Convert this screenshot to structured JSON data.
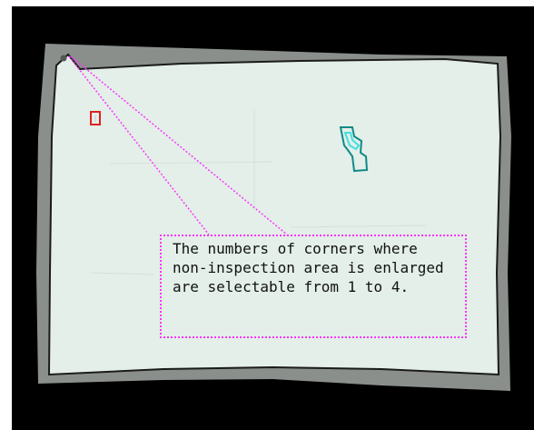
{
  "viewer": {
    "background_color": "#000000",
    "frame_color": "#8a8f8c",
    "sheet_color": "#e3efe8",
    "edge_color": "#1b1b1b",
    "callout_border_color": "#ff33ff"
  },
  "defects": [
    {
      "marker_color": "#e02020",
      "shape": "small-rectangle"
    },
    {
      "marker_color": "#108a8a",
      "highlight_color": "#40e0e0",
      "shape": "irregular-outline"
    }
  ],
  "corner_mark": {
    "color": "#555555",
    "label": ""
  },
  "callout": {
    "text": "The numbers of corners where non-inspection area is enlarged are selectable from 1 to 4."
  }
}
